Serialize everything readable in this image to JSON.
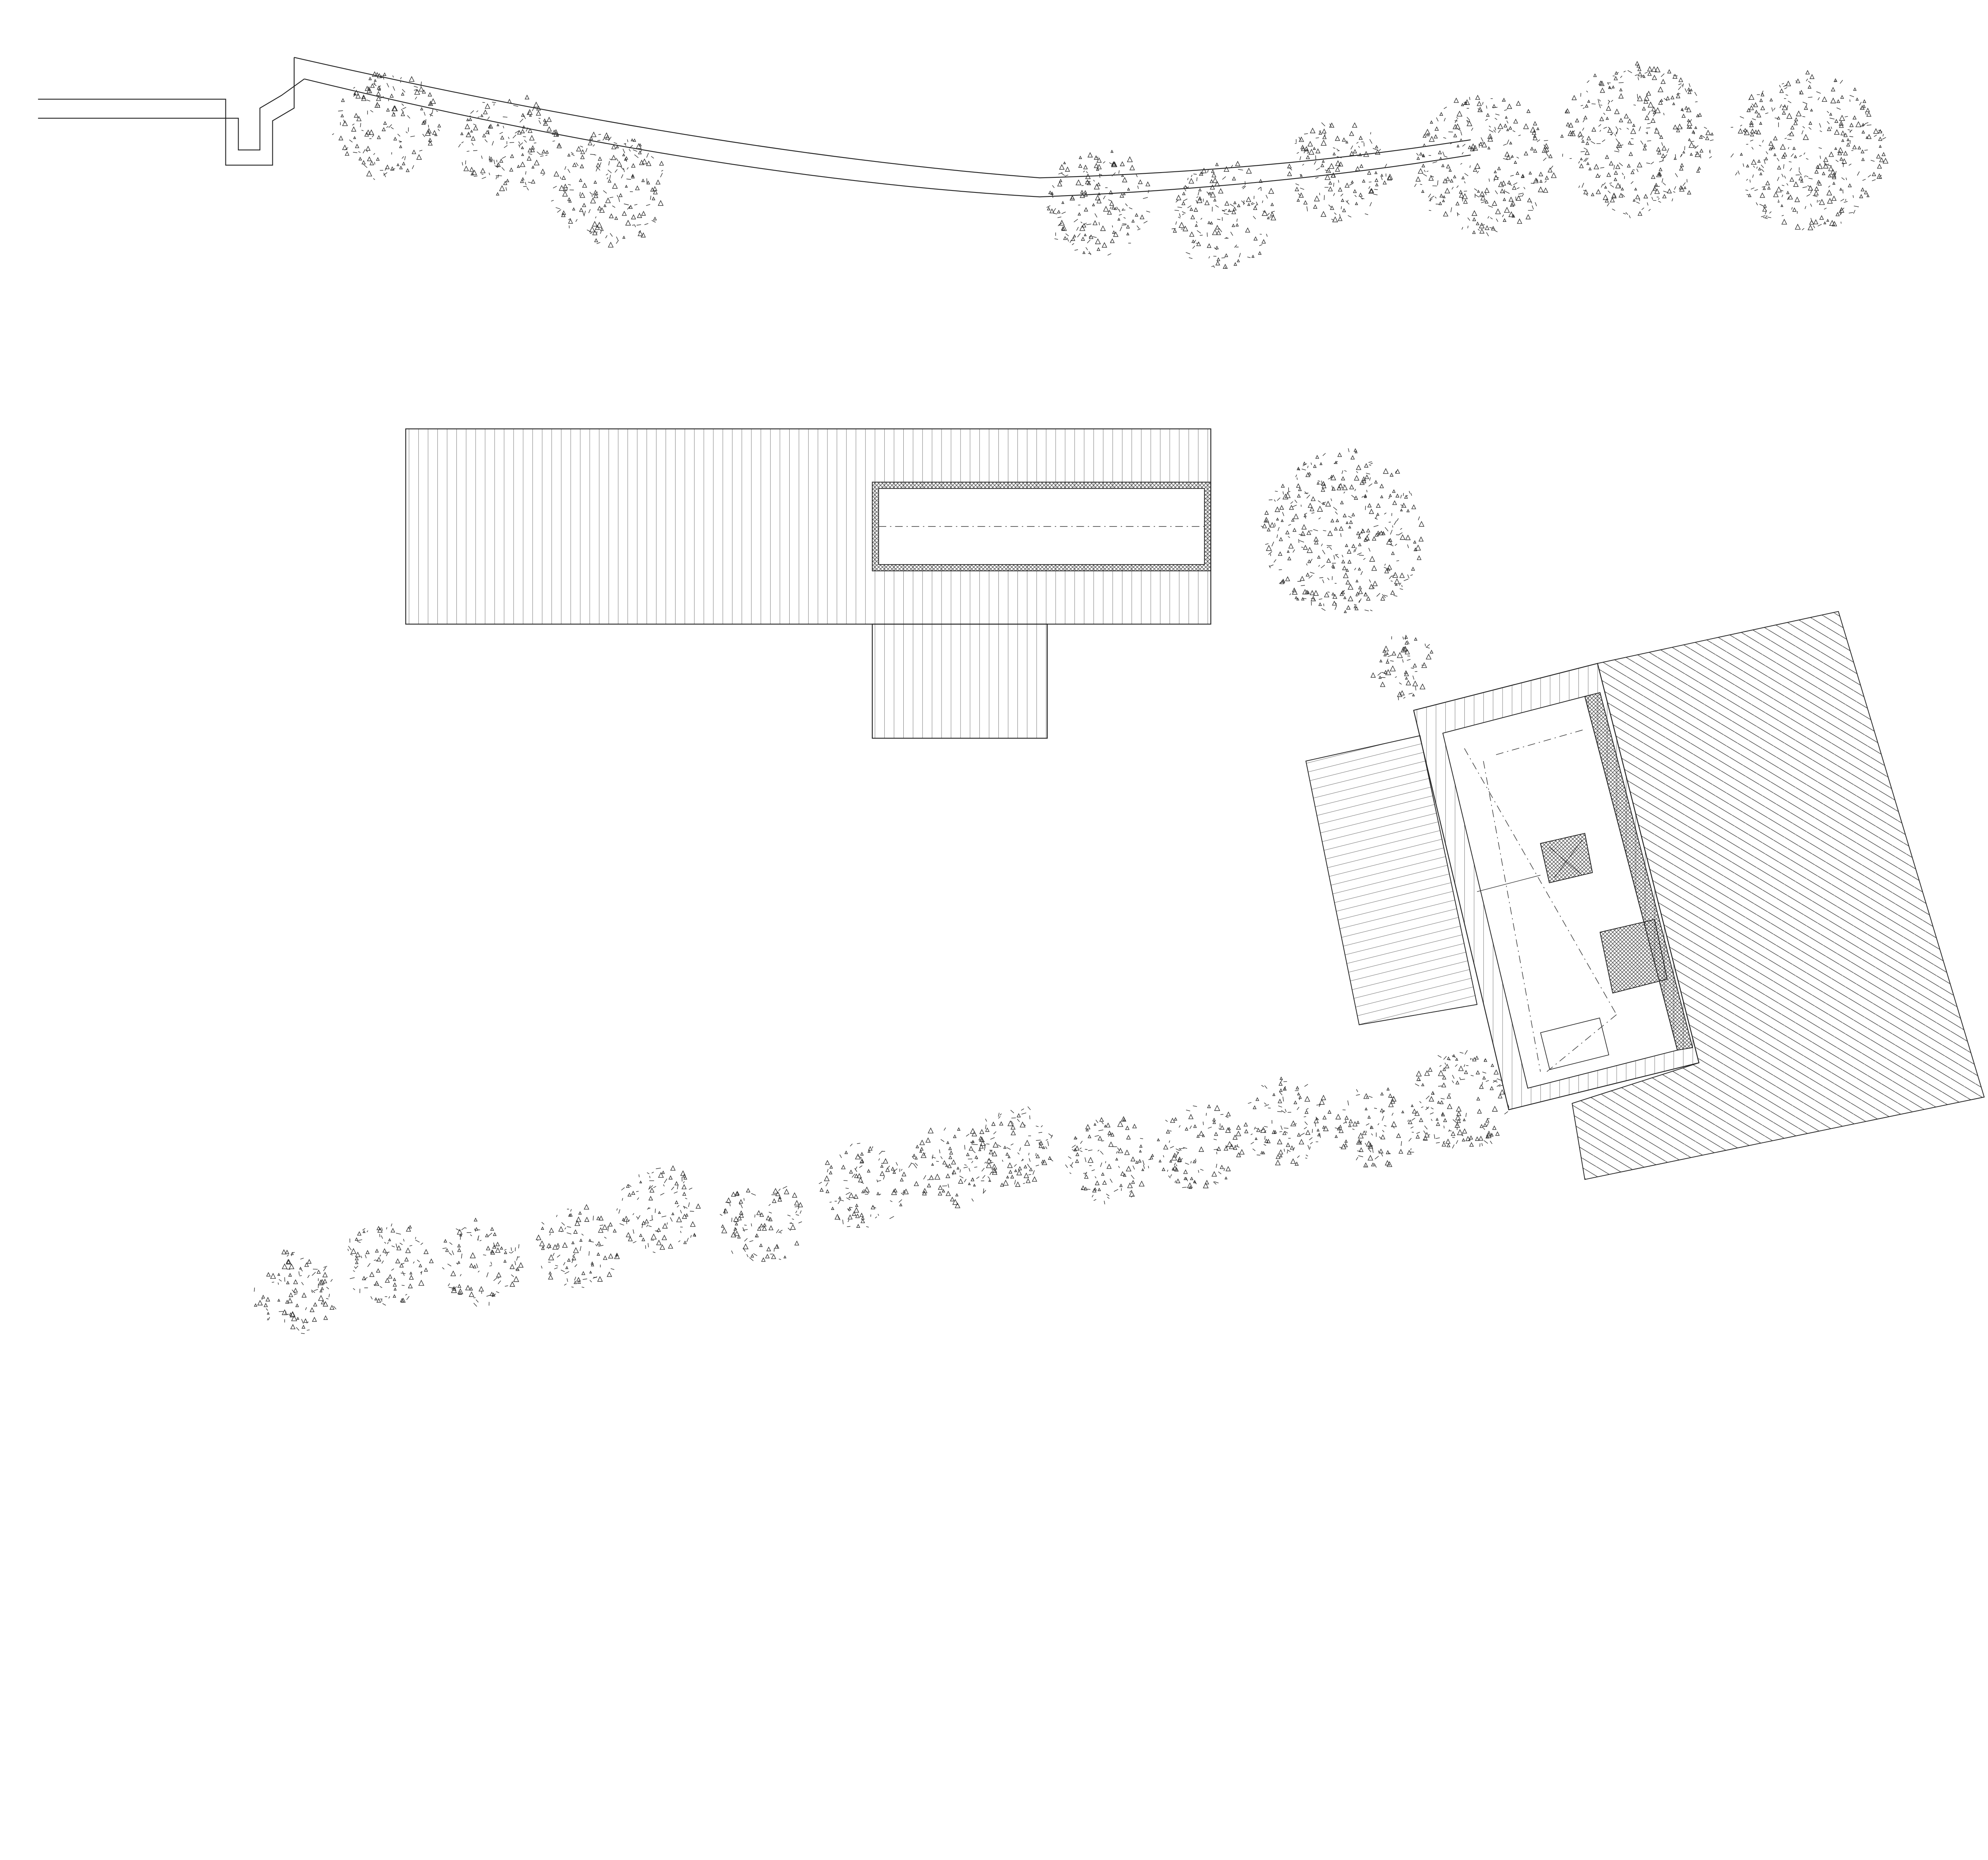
{
  "drawing": {
    "type": "site-plan",
    "line_color": "#222222",
    "background": "#ffffff",
    "trees_north": 9,
    "trees_south": 14
  }
}
